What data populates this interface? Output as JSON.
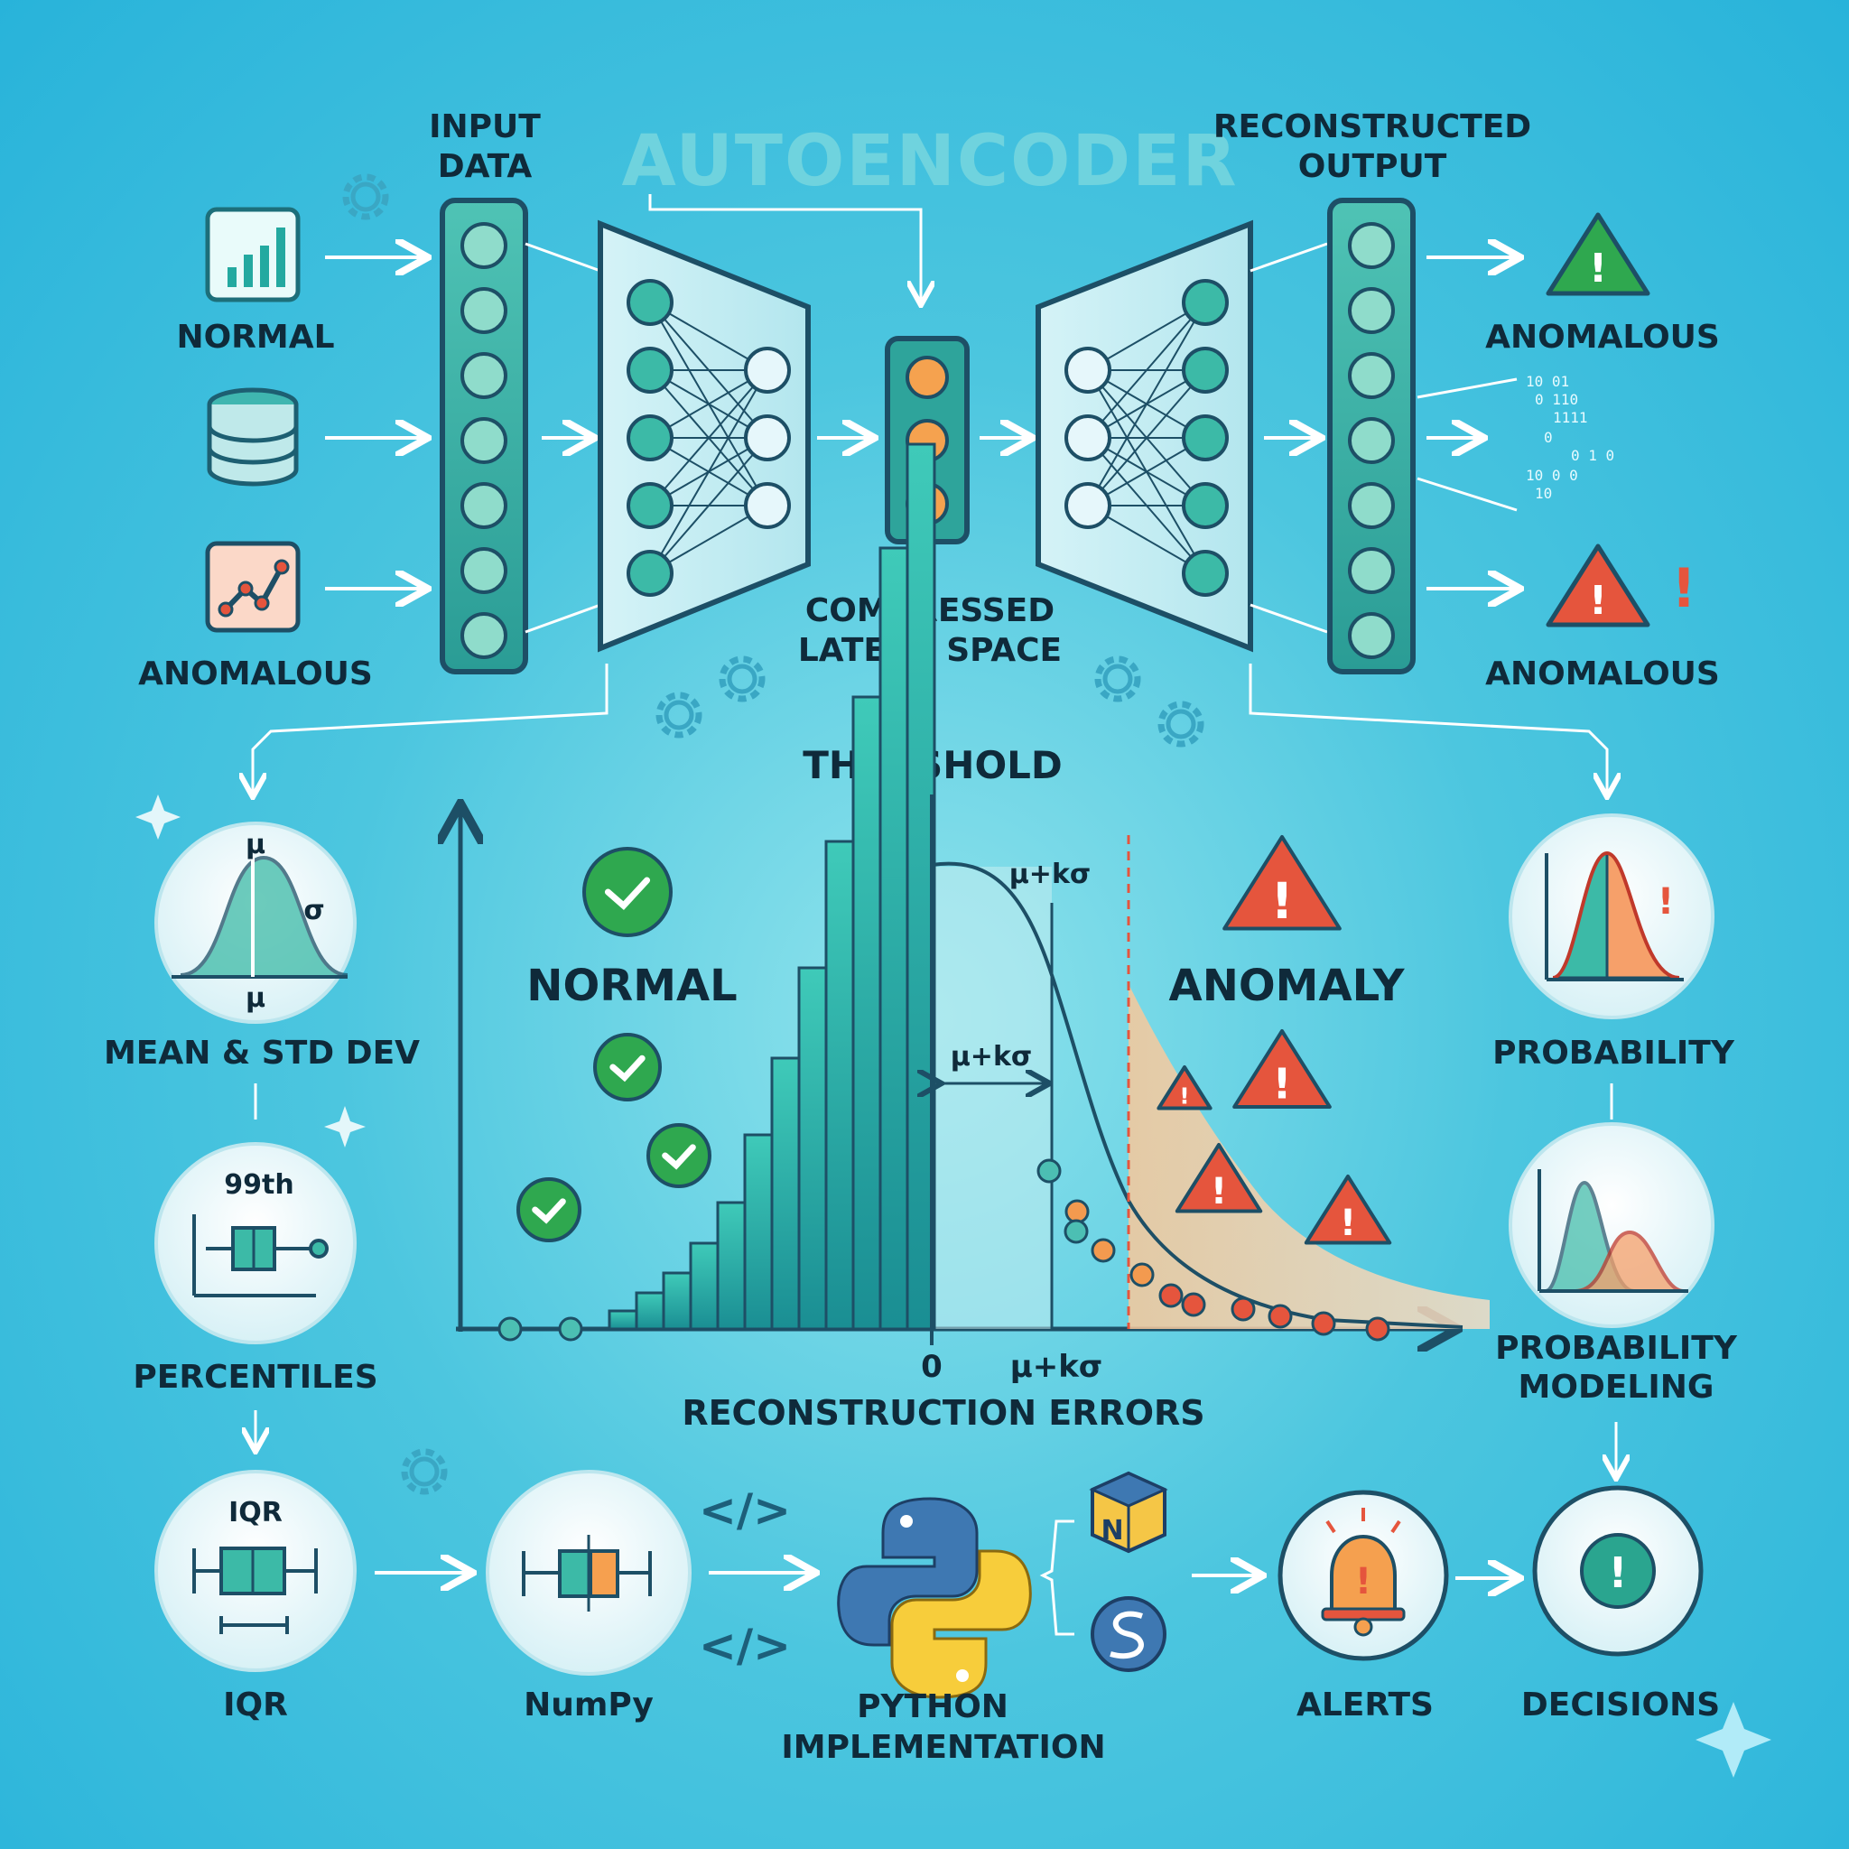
{
  "title": "AUTOENCODER",
  "input": {
    "label_line1": "INPUT",
    "label_line2": "DATA",
    "normal_label": "NORMAL",
    "anomalous_label": "ANOMALOUS"
  },
  "output": {
    "label_line1": "RECONSTRUCTED",
    "label_line2": "OUTPUT",
    "top_label": "ANOMALOUS",
    "bottom_label": "ANOMALOUS",
    "binary_lines": [
      "10 01",
      "0   110",
      "1111",
      "0",
      "0  1 0",
      "10   0  0",
      "10"
    ]
  },
  "latent": {
    "label_line1": "COMPRESSED",
    "label_line2": "LATENT SPACE"
  },
  "threshold_title": "THRESHOLD",
  "histogram": {
    "normal_label": "NORMAL",
    "anomaly_label": "ANOMALY",
    "formula_top": "μ+kσ",
    "formula_mid": "μ+kσ",
    "tick_zero": "0",
    "tick_formula": "μ+kσ",
    "xlabel": "RECONSTRUCTION ERRORS"
  },
  "left_methods": {
    "mean_mu_top": "μ",
    "mean_sigma": "σ",
    "mean_mu_bottom": "μ",
    "mean_label": "MEAN & STD DEV",
    "pct_top": "99th",
    "pct_label": "PERCENTILES",
    "iqr_top": "IQR",
    "iqr_label": "IQR"
  },
  "right_methods": {
    "prob_label": "PROBABILITY",
    "prob_model_line1": "PROBABILITY",
    "prob_model_line2": "MODELING"
  },
  "pipeline": {
    "numpy_label": "NumPy",
    "python_line1": "PYTHON",
    "python_line2": "IMPLEMENTATION",
    "alerts_label": "ALERTS",
    "decisions_label": "DECISIONS",
    "code_glyph": "</>"
  },
  "colors": {
    "teal": "#23a9a0",
    "dark_teal": "#1d6f7a",
    "orange": "#f39a4f",
    "red": "#e5553d",
    "green": "#2fa84f",
    "title": "#6fd3de"
  }
}
